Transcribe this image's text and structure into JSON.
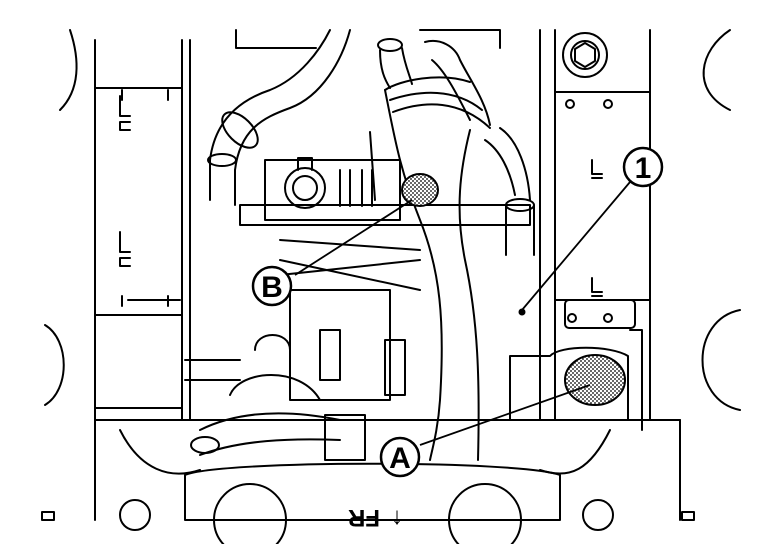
{
  "callouts": {
    "A": "A",
    "B": "B",
    "part_1": "1"
  },
  "direction_indicator": "FR",
  "arrow_glyph": "↓"
}
